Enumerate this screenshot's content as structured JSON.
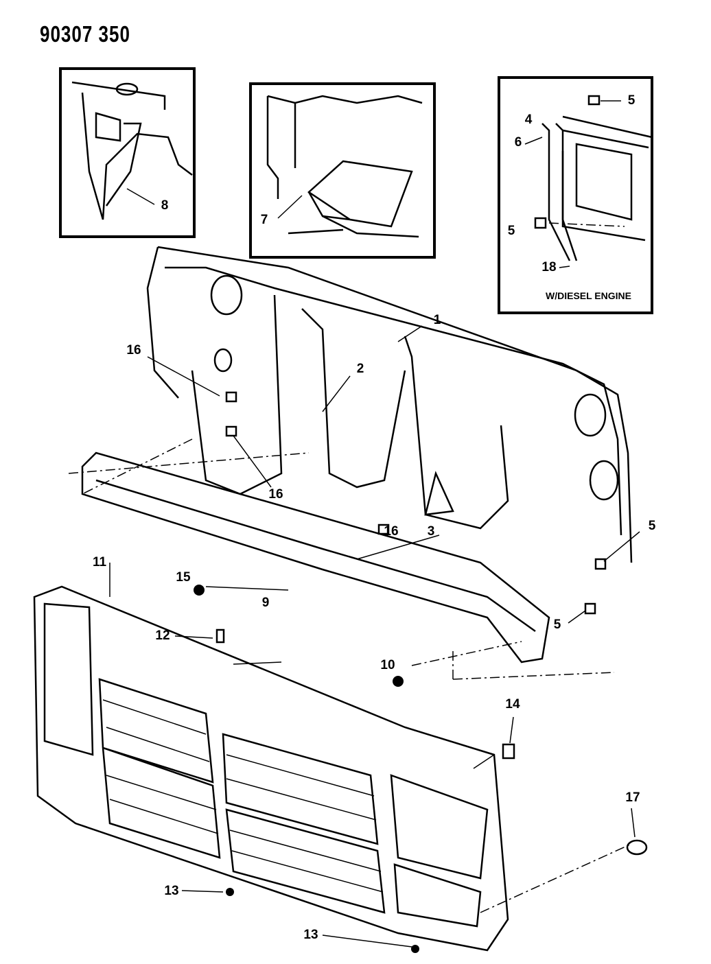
{
  "drawing_code": "90307 350",
  "inset_note": "W/DIESEL ENGINE",
  "callouts": [
    "8",
    "7",
    "5",
    "4",
    "6",
    "5",
    "18",
    "1",
    "16",
    "2",
    "16",
    "16",
    "3",
    "5",
    "11",
    "15",
    "9",
    "5",
    "12",
    "10",
    "14",
    "17",
    "13",
    "13"
  ]
}
